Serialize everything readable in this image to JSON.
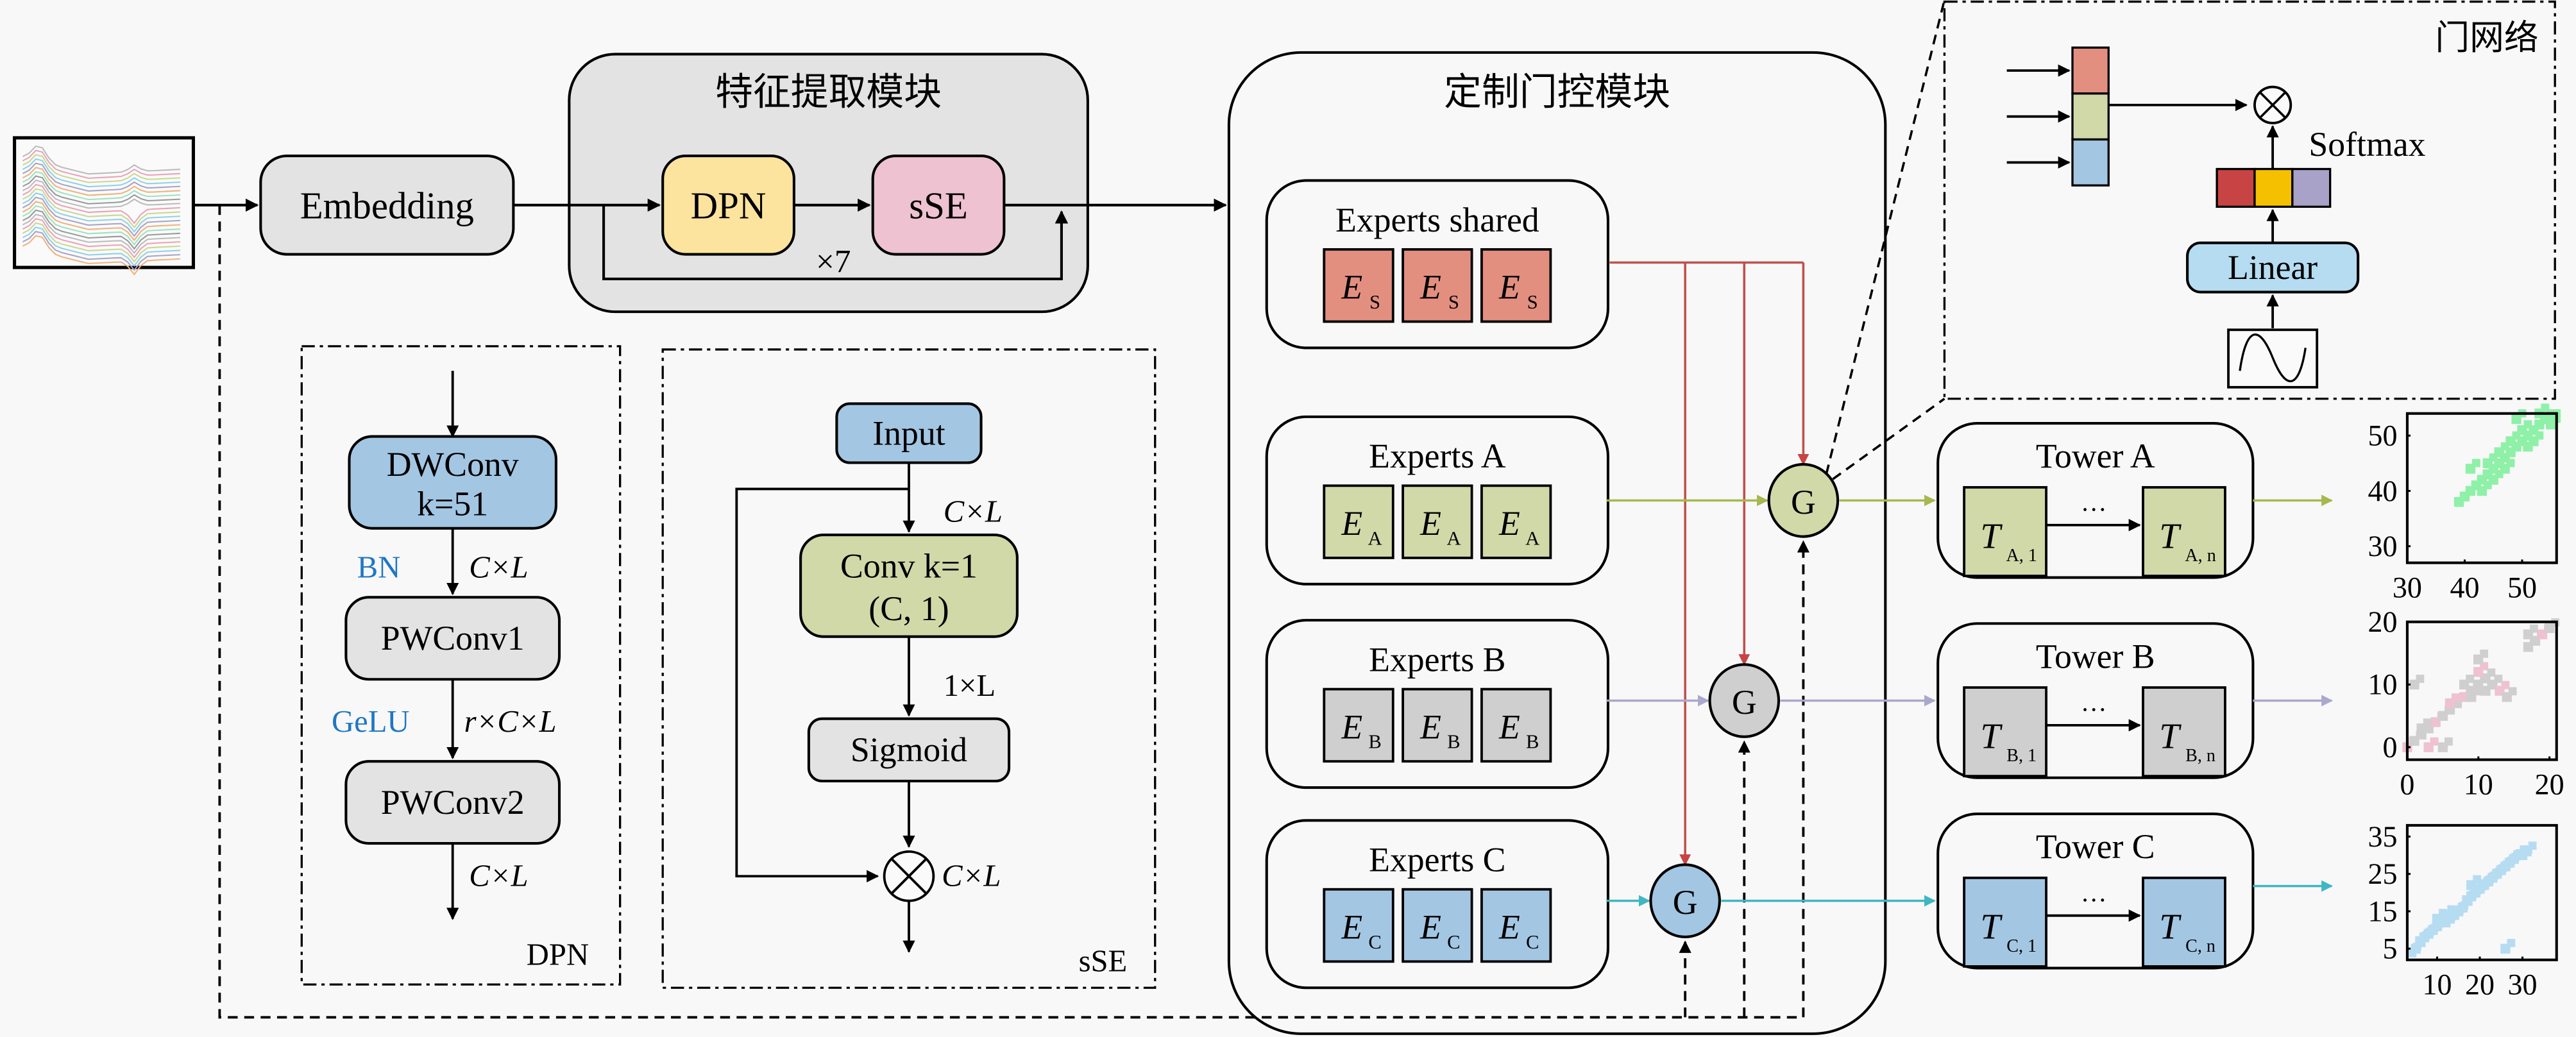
{
  "colors": {
    "background": "#f8f8f8",
    "module_gray": "#e3e3e3",
    "dpn_yellow": "#fde49e",
    "sse_pink": "#eec2d0",
    "blue_box": "#a3c6e3",
    "green_box": "#d1d9a9",
    "gray_box": "#cfcfcf",
    "salmon_box": "#e38f80",
    "light_blue_box": "#b6dcf2",
    "shared_line": "#c0504d",
    "a_line": "#a6b84f",
    "b_line": "#aaa8cc",
    "c_line": "#3fb6c2",
    "softmax_red": "#c84444",
    "softmax_yellow": "#f5c000",
    "softmax_purple": "#a8a2c8",
    "annotation_blue": "#1f77c4"
  },
  "input": {
    "icon": "waveform-spectra-icon"
  },
  "embedding": {
    "label": "Embedding"
  },
  "feature_module": {
    "title": "特征提取模块",
    "dpn_label": "DPN",
    "sse_label": "sSE",
    "repeat_label": "×7"
  },
  "dpn_detail": {
    "title": "DPN",
    "dwconv_line1": "DWConv",
    "dwconv_line2": "k=51",
    "bn_label": "BN",
    "dim1": "C×L",
    "pwconv1": "PWConv1",
    "gelu_label": "GeLU",
    "dim2": "r×C×L",
    "pwconv2": "PWConv2",
    "dim3": "C×L"
  },
  "sse_detail": {
    "title": "sSE",
    "input_label": "Input",
    "dim1": "C×L",
    "conv_line1": "Conv k=1",
    "conv_line2": "(C, 1)",
    "dim2": "1×L",
    "sigmoid": "Sigmoid",
    "dim3": "C×L",
    "multiply_icon": "otimes-icon"
  },
  "gating_module": {
    "title": "定制门控模块",
    "groups": [
      {
        "title": "Experts shared",
        "expert": "E",
        "sub": "S",
        "count": 3
      },
      {
        "title": "Experts A",
        "expert": "E",
        "sub": "A",
        "count": 3
      },
      {
        "title": "Experts B",
        "expert": "E",
        "sub": "B",
        "count": 3
      },
      {
        "title": "Experts C",
        "expert": "E",
        "sub": "C",
        "count": 3
      }
    ],
    "gate_label": "G"
  },
  "gate_network": {
    "title": "门网络",
    "softmax_label": "Softmax",
    "linear_label": "Linear",
    "input_icon": "sine-wave-icon",
    "multiply_icon": "otimes-icon"
  },
  "towers": [
    {
      "title": "Tower A",
      "first": "T",
      "first_sub": "A, 1",
      "last": "T",
      "last_sub": "A, n",
      "dots": "···"
    },
    {
      "title": "Tower B",
      "first": "T",
      "first_sub": "B, 1",
      "last": "T",
      "last_sub": "B, n",
      "dots": "···"
    },
    {
      "title": "Tower C",
      "first": "T",
      "first_sub": "C, 1",
      "last": "T",
      "last_sub": "C, n",
      "dots": "···"
    }
  ],
  "scatter_plots": [
    {
      "name": "A",
      "x_ticks": [
        "30",
        "40",
        "50"
      ],
      "y_ticks": [
        "30",
        "40",
        "50"
      ],
      "xlim": [
        30,
        56
      ],
      "ylim": [
        27,
        54
      ],
      "color": "#8ff0a8",
      "points": [
        [
          39,
          38
        ],
        [
          40,
          39
        ],
        [
          41,
          40
        ],
        [
          42,
          41
        ],
        [
          43,
          42
        ],
        [
          44,
          43
        ],
        [
          45,
          44
        ],
        [
          46,
          45
        ],
        [
          47,
          46
        ],
        [
          48,
          47
        ],
        [
          49,
          48
        ],
        [
          50,
          49
        ],
        [
          51,
          50
        ],
        [
          52,
          51
        ],
        [
          53,
          52
        ],
        [
          54,
          53
        ],
        [
          55,
          53
        ],
        [
          44,
          45
        ],
        [
          46,
          47
        ],
        [
          48,
          49
        ],
        [
          50,
          51
        ],
        [
          41,
          44
        ],
        [
          52,
          49
        ],
        [
          49,
          53
        ],
        [
          45,
          42
        ],
        [
          47,
          44
        ],
        [
          51,
          48
        ],
        [
          53,
          54
        ],
        [
          43,
          40
        ],
        [
          55,
          52
        ]
      ]
    },
    {
      "name": "B",
      "x_ticks": [
        "0",
        "10",
        "20"
      ],
      "y_ticks": [
        "0",
        "10",
        "20"
      ],
      "xlim": [
        0,
        21
      ],
      "ylim": [
        -2,
        20
      ],
      "color_main": "#cfcfcf",
      "color_alt": "#eec2d0",
      "points": [
        [
          0,
          0
        ],
        [
          1,
          1
        ],
        [
          2,
          2
        ],
        [
          3,
          3
        ],
        [
          4,
          4
        ],
        [
          5,
          5
        ],
        [
          6,
          6
        ],
        [
          7,
          7
        ],
        [
          8,
          8
        ],
        [
          9,
          9
        ],
        [
          10,
          10
        ],
        [
          11,
          11
        ],
        [
          10,
          12
        ],
        [
          9,
          8
        ],
        [
          11,
          9
        ],
        [
          12,
          10
        ],
        [
          13,
          9
        ],
        [
          14,
          8
        ],
        [
          10,
          14
        ],
        [
          8,
          10
        ],
        [
          3,
          0
        ],
        [
          5,
          0
        ],
        [
          17,
          18
        ],
        [
          18,
          17
        ],
        [
          19,
          18
        ],
        [
          20,
          19
        ],
        [
          17,
          16
        ],
        [
          1,
          10
        ],
        [
          6,
          7
        ],
        [
          2,
          3
        ]
      ]
    },
    {
      "name": "C",
      "x_ticks": [
        "10",
        "20",
        "30"
      ],
      "y_ticks": [
        "5",
        "15",
        "25",
        "35"
      ],
      "xlim": [
        3,
        38
      ],
      "ylim": [
        2,
        38
      ],
      "color": "#b6dcf2",
      "points": [
        [
          4,
          4
        ],
        [
          5,
          5
        ],
        [
          6,
          7
        ],
        [
          7,
          8
        ],
        [
          8,
          9
        ],
        [
          9,
          10
        ],
        [
          10,
          11
        ],
        [
          11,
          12
        ],
        [
          12,
          12
        ],
        [
          13,
          13
        ],
        [
          14,
          14
        ],
        [
          15,
          15
        ],
        [
          16,
          16
        ],
        [
          17,
          18
        ],
        [
          18,
          19
        ],
        [
          19,
          20
        ],
        [
          20,
          21
        ],
        [
          21,
          22
        ],
        [
          22,
          23
        ],
        [
          23,
          24
        ],
        [
          24,
          25
        ],
        [
          25,
          26
        ],
        [
          26,
          27
        ],
        [
          27,
          28
        ],
        [
          28,
          29
        ],
        [
          29,
          30
        ],
        [
          30,
          30
        ],
        [
          10,
          13
        ],
        [
          12,
          14
        ],
        [
          26,
          5
        ],
        [
          18,
          22
        ],
        [
          31,
          31
        ]
      ]
    }
  ]
}
